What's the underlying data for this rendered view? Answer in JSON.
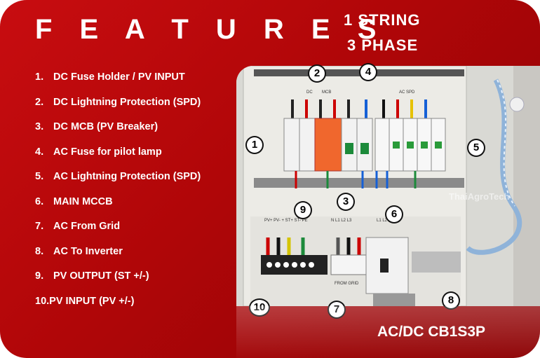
{
  "title": "F E A T U R E S",
  "spec_line1": "1 STRING",
  "spec_line2": "3 PHASE",
  "features": [
    {
      "num": "1.",
      "text": "DC Fuse Holder / PV INPUT"
    },
    {
      "num": "2.",
      "text": "DC Lightning Protection (SPD)"
    },
    {
      "num": "3.",
      "text": "DC MCB (PV Breaker)"
    },
    {
      "num": "4.",
      "text": "AC Fuse for pilot lamp"
    },
    {
      "num": "5.",
      "text": "AC Lightning Protection (SPD)"
    },
    {
      "num": "6.",
      "text": "MAIN MCCB"
    },
    {
      "num": "7.",
      "text": "AC From Grid"
    },
    {
      "num": "8.",
      "text": "AC To Inverter"
    },
    {
      "num": "9.",
      "text": "PV OUTPUT (ST +/-)"
    },
    {
      "num": "10.",
      "text": "PV INPUT (PV +/-)"
    }
  ],
  "model": "AC/DC CB1S3P",
  "watermark": "ThaiAgroTech",
  "markers": [
    "1",
    "2",
    "3",
    "4",
    "5",
    "6",
    "7",
    "8",
    "9",
    "10"
  ],
  "panel_labels": {
    "dc_label": "DC",
    "mcb_label": "MCB",
    "ac_spd_label": "AC SPD",
    "pv_terminal_label": "PV+ PV- + ST+ ST- PE",
    "grid_terminal_label": "N L1 L2 L3",
    "mccb_label": "L1 L2 L3",
    "from_grid_label": "FROM GRID"
  },
  "colors": {
    "background": "#b00608",
    "text": "#ffffff"
  }
}
